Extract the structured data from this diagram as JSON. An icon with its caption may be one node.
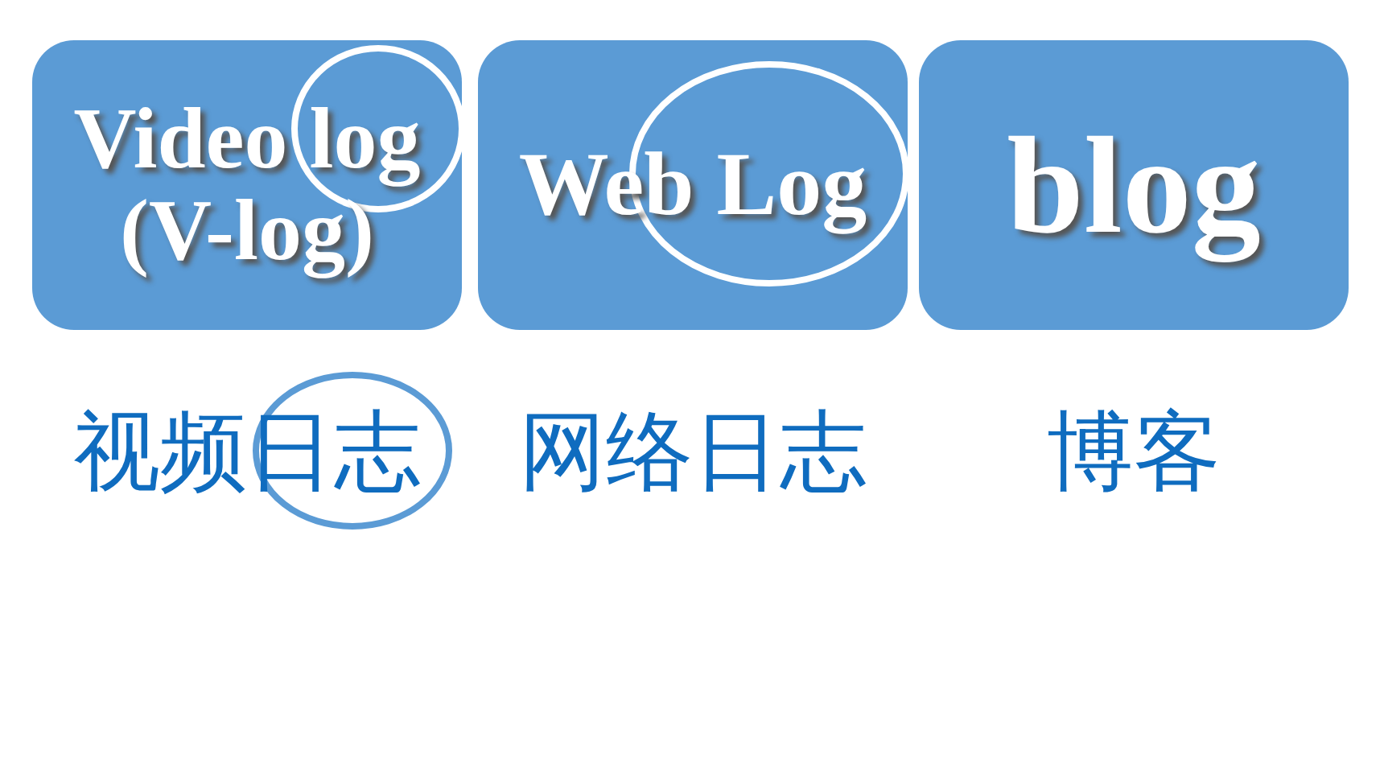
{
  "diagram": {
    "nodes": [
      {
        "text": [
          "Video log (V-log)"
        ],
        "beside": [
          "视频日志"
        ]
      },
      {
        "text": [
          "Web Log"
        ],
        "beside": [
          "网络日志"
        ]
      },
      {
        "text": [
          "blog"
        ],
        "beside": [
          "博客"
        ]
      }
    ]
  }
}
